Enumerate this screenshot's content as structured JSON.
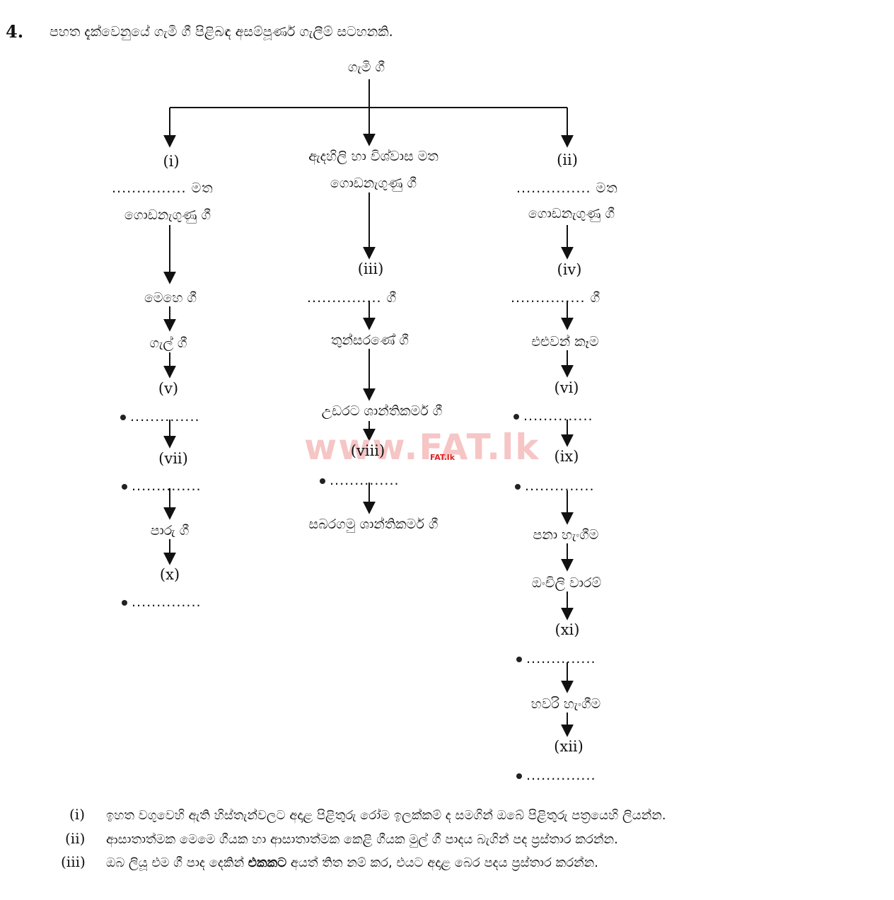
{
  "question": {
    "number": "4.",
    "title": "පහත දැක්වෙනුයේ ගැමි ගී පිළිබඳ අසම්පූර්ණ ගැලීම් සටහනකි."
  },
  "diagram": {
    "root": "ගැමි ගී",
    "left": {
      "head": "(i)",
      "dots_mata": "............... මත",
      "godanagunu": "ගොඩනැගුණු ගී",
      "meheha": "මෙහෙ ගී",
      "gal": "ගැල් ගී",
      "v": "(v)",
      "blank1": "..............",
      "vii": "(vii)",
      "blank2": "..............",
      "paru": "පාරු ගී",
      "x": "(x)",
      "blank3": ".............."
    },
    "middle": {
      "line1": "ඇදහිලි හා විශ්වාස මත",
      "line2": "ගොඩනැගුණු ගී",
      "iii": "(iii)",
      "dots_gee": "............... ගී",
      "thunsarane": "තුන්සරණේ ගී",
      "udarata": "උඩරට ශාන්තිකර්ම ගී",
      "viii": "(viii)",
      "blank": "..............",
      "sabaragamu": "සබරගමු ශාන්තිකර්ම ගී"
    },
    "right": {
      "head": "(ii)",
      "dots_mata": "............... මත",
      "godanagunu": "ගොඩනැගුණු ගී",
      "iv": "(iv)",
      "dots_gee": "............... ගී",
      "eluwan": "එළුවන් කෑම",
      "vi": "(vi)",
      "blank1": "..............",
      "ix": "(ix)",
      "blank2": "..............",
      "pana": "පනා හැංගීම",
      "onchili": "ඔංචිලි වාරම්",
      "xi": "(xi)",
      "blank3": "..............",
      "hawari": "හවරි හැංගීම",
      "xii": "(xii)",
      "blank4": ".............."
    }
  },
  "watermark": {
    "large": "www.FAT.lk",
    "small": "FAT.lk"
  },
  "sub_questions": [
    {
      "label": "(i)",
      "text": "ඉහත වගුවෙහි ඇති හිස්තැන්වලට අදාළ පිළිතුරු රෝම ඉලක්කම් ද සමගින් ඔබේ පිළිතුරු පත්‍රයෙහි ලියන්න."
    },
    {
      "label": "(ii)",
      "text": "ආසාතාත්මක මෙමෙ ගීයක හා ආසාතාත්මක කෙළි ගීයක මුල් ගී පාදය බැගින් පද ප්‍රස්තාර කරන්න."
    },
    {
      "label": "(iii)",
      "text_a": "ඔබ ලියූ එම ගී පාද දෙකින් ",
      "text_b": "එකකට",
      "text_c": " අයත් තිත නම් කර, එයට අදාළ බෙර පදය ප්‍රස්තාර කරන්න."
    }
  ]
}
